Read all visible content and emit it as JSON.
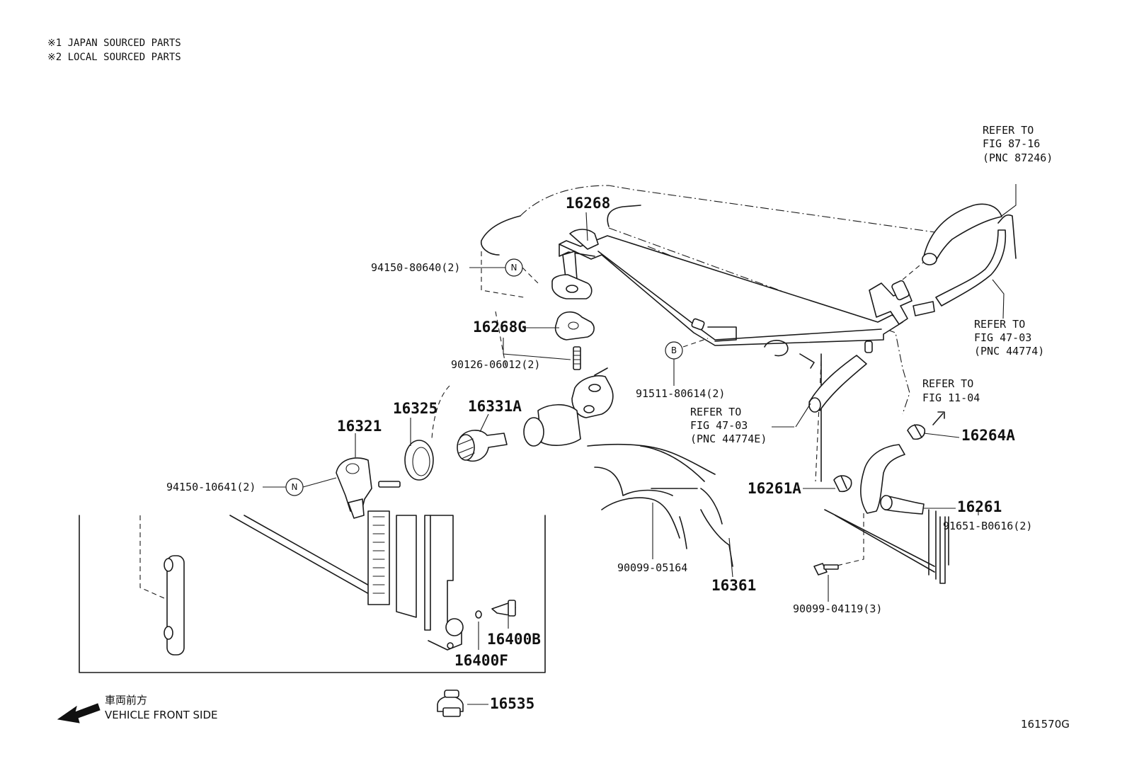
{
  "notes": {
    "line1": "※1 JAPAN SOURCED PARTS",
    "line2": "※2 LOCAL SOURCED PARTS"
  },
  "parts": {
    "p16268": "16268",
    "p94150_80640": "94150-80640(2)",
    "p16268G": "16268G",
    "p90126_06012": "90126-06012(2)",
    "p16325": "16325",
    "p16331A": "16331A",
    "p16321": "16321",
    "p94150_10641": "94150-10641(2)",
    "p91511_80614": "91511-80614(2)",
    "p90099_05164": "90099-05164",
    "p16361": "16361",
    "p16400B": "16400B",
    "p16400F": "16400F",
    "p16535": "16535",
    "p16264A": "16264A",
    "p16261A": "16261A",
    "p16261": "16261",
    "p91651_B0616": "91651-B0616(2)",
    "p90099_04119": "90099-04119(3)"
  },
  "markers": {
    "n1": "N",
    "n2": "N",
    "b1": "B"
  },
  "refs": {
    "r1": {
      "l1": "REFER TO",
      "l2": "FIG 87-16",
      "l3": "(PNC 87246)"
    },
    "r2": {
      "l1": "REFER TO",
      "l2": "FIG 47-03",
      "l3": "(PNC 44774)"
    },
    "r3": {
      "l1": "REFER TO",
      "l2": "FIG 11-04"
    },
    "r4": {
      "l1": "REFER TO",
      "l2": "FIG 47-03",
      "l3": "(PNC 44774E)"
    }
  },
  "direction": {
    "jp": "車両前方",
    "en": "VEHICLE FRONT SIDE",
    "icon": "front-arrow-icon"
  },
  "figure_code": "161570G"
}
